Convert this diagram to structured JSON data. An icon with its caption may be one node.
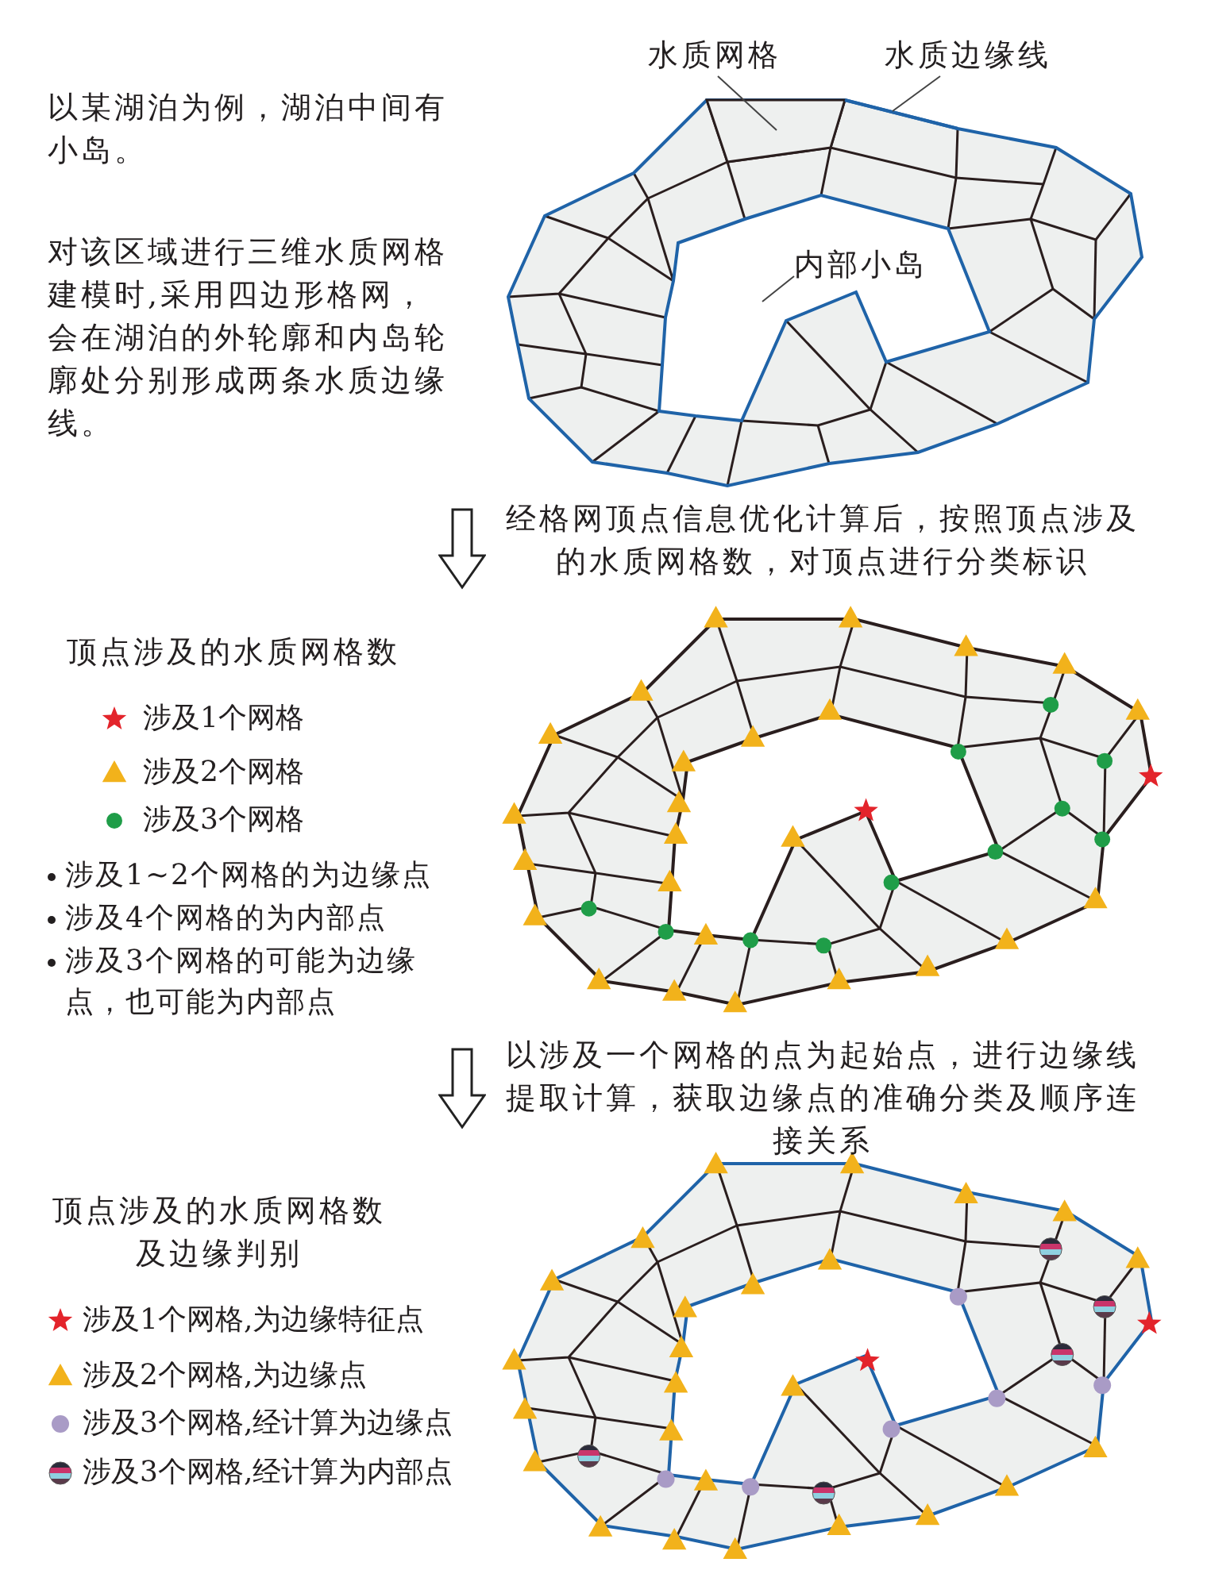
{
  "diagram": {
    "nodes": [
      {
        "text": [
          "水质网格"
        ]
      },
      {
        "text": [
          "水质边缘线"
        ]
      },
      {
        "text": [
          "内部小岛"
        ]
      },
      {
        "text": [],
        "shape": "box"
      },
      {
        "text": [],
        "shape": "line"
      }
    ],
    "edges": [
      {
        "from": 0,
        "to": 3,
        "arrow": "none"
      },
      {
        "from": 1,
        "to": 4,
        "arrow": "none"
      },
      {
        "from": 2,
        "to": null,
        "arrow": "none"
      }
    ],
    "labels": [
      "以某湖泊为例，湖泊中间有小岛。",
      "对该区域进行三维水质网格建模时,采用四边形格网，会在湖泊的外轮廓和内岛轮廓处分别形成两条水质边缘线。",
      "经格网顶点信息优化计算后，按照顶点涉及的水质网格数，对顶点进行分类标识",
      "顶点涉及的水质网格数",
      "涉及1~2个网格的为边缘点",
      "涉及4个网格的为内部点",
      "涉及3个网格的可能为边缘点，也可能为内部点",
      "以涉及一个网格的点为起始点，进行边缘线提取计算，获取边缘点的准确分类及顺序连接关系",
      "顶点涉及的水质网格数及边缘判别"
    ],
    "legend": [
      {
        "text": "涉及1个网格"
      },
      {
        "text": "涉及2个网格"
      },
      {
        "text": "涉及3个网格"
      },
      {
        "text": "涉及1个网格,为边缘特征点"
      },
      {
        "text": "涉及2个网格,为边缘点"
      },
      {
        "text": "涉及3个网格,经计算为边缘点"
      },
      {
        "text": "涉及3个网格,经计算为内部点"
      }
    ]
  }
}
